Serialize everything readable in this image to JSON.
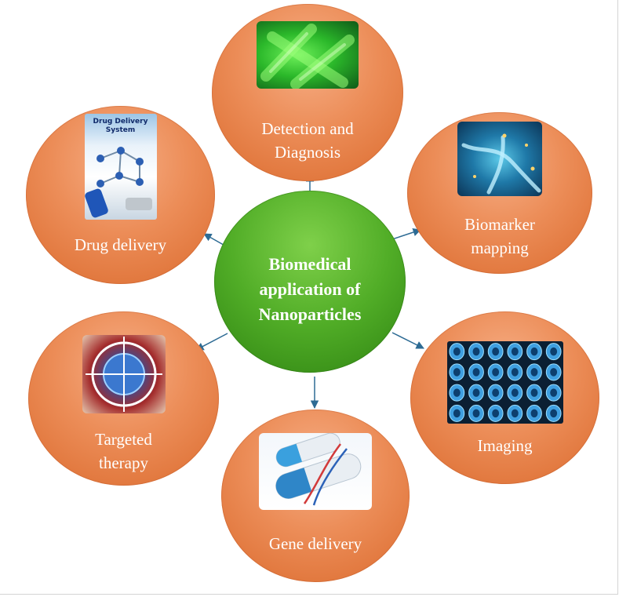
{
  "center": {
    "lines": [
      "Biomedical",
      "application of",
      "Nanoparticles"
    ]
  },
  "nodes": [
    {
      "id": "detection",
      "lines": [
        "Detection and",
        "Diagnosis"
      ],
      "image": "green-bacteria-image"
    },
    {
      "id": "biomarker",
      "lines": [
        "Biomarker",
        "mapping"
      ],
      "image": "neuron-image"
    },
    {
      "id": "imaging",
      "lines": [
        "Imaging"
      ],
      "image": "brain-scan-grid-image"
    },
    {
      "id": "gene",
      "lines": [
        "Gene delivery"
      ],
      "image": "dna-capsule-image"
    },
    {
      "id": "targeted",
      "lines": [
        "Targeted",
        "therapy"
      ],
      "image": "crosshair-virus-image"
    },
    {
      "id": "drug",
      "lines": [
        "Drug delivery"
      ],
      "image": "molecule-image"
    }
  ],
  "drug_image_caption": [
    "Drug Delivery",
    "System"
  ],
  "colors": {
    "node_fill": "#ec8d58",
    "center_fill": "#51ad27",
    "arrow": "#2d6b94",
    "label_text": "#ffffff"
  }
}
